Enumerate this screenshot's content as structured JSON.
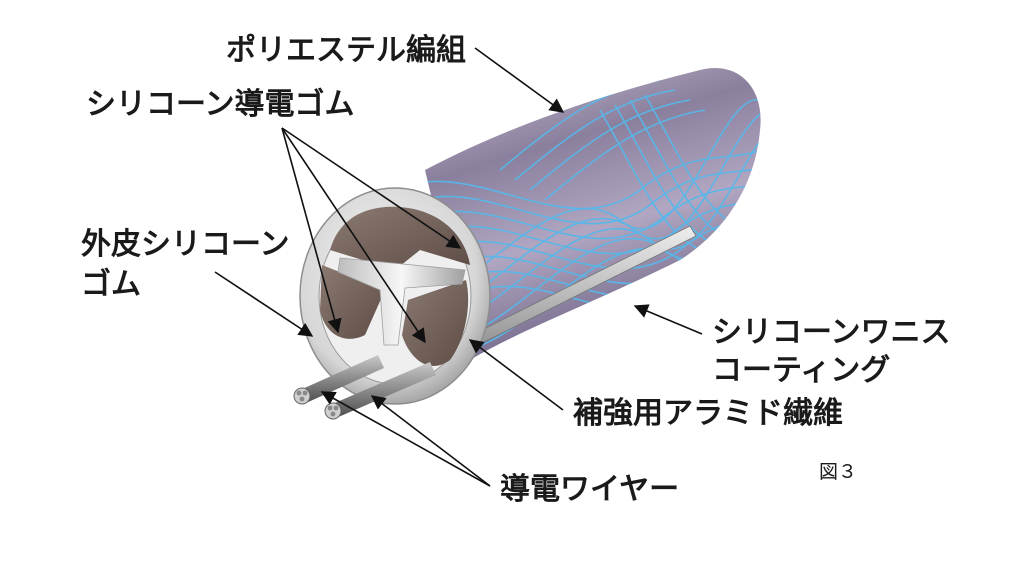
{
  "figure_label": "図３",
  "labels": {
    "polyester_braid": "ポリエステル編組",
    "conductive_rubber": "シリコーン導電ゴム",
    "outer_skin_line1": "外皮シリコーン",
    "outer_skin_line2": "ゴム",
    "varnish_line1": "シリコーンワニス",
    "varnish_line2": "コーティング",
    "aramid": "補強用アラミド繊維",
    "wire": "導電ワイヤー"
  },
  "colors": {
    "braid_blue": "#57b8ea",
    "tube_purple": "#9488a8",
    "rubber_brown": "#7b6860",
    "outer_skin_grey": "#d9d9d9",
    "arrow": "#111111"
  }
}
